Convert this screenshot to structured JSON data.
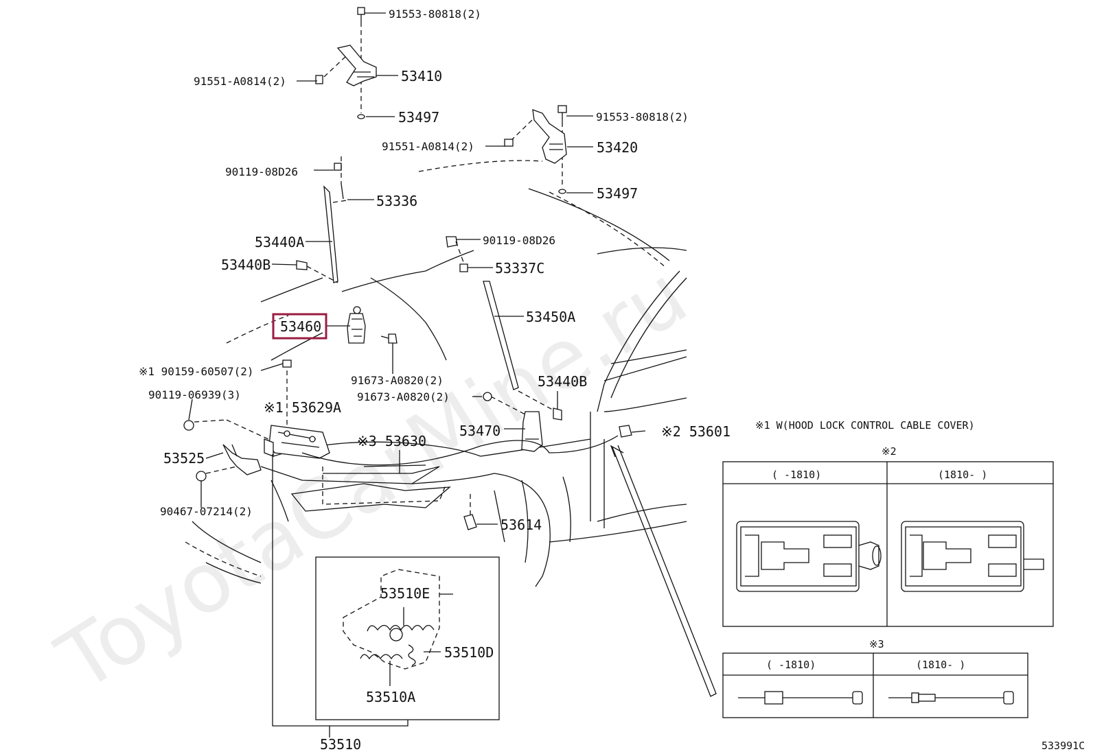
{
  "watermark": "ToyotaCarMine.ru",
  "highlight_color": "#9b1b42",
  "diagram_code": "533991C",
  "callouts": [
    {
      "id": "c1",
      "text": "91553-80818(2)"
    },
    {
      "id": "c2",
      "text": "53410"
    },
    {
      "id": "c3",
      "text": "91551-A0814(2)"
    },
    {
      "id": "c4",
      "text": "53497"
    },
    {
      "id": "c5",
      "text": "91553-80818(2)"
    },
    {
      "id": "c6",
      "text": "91551-A0814(2)"
    },
    {
      "id": "c7",
      "text": "53420"
    },
    {
      "id": "c8",
      "text": "53497"
    },
    {
      "id": "c9",
      "text": "90119-08D26"
    },
    {
      "id": "c10",
      "text": "53336"
    },
    {
      "id": "c11",
      "text": "53440A"
    },
    {
      "id": "c12",
      "text": "53440B"
    },
    {
      "id": "c13",
      "text": "90119-08D26"
    },
    {
      "id": "c14",
      "text": "53337C"
    },
    {
      "id": "c15",
      "text": "53450A"
    },
    {
      "id": "c16",
      "text": "53460"
    },
    {
      "id": "c17",
      "text": "※1 90159-60507(2)"
    },
    {
      "id": "c18",
      "text": "91673-A0820(2)"
    },
    {
      "id": "c19",
      "text": "91673-A0820(2)"
    },
    {
      "id": "c20",
      "text": "53440B"
    },
    {
      "id": "c21",
      "text": "90119-06939(3)"
    },
    {
      "id": "c22",
      "text": "※1 53629A"
    },
    {
      "id": "c23",
      "text": "53470"
    },
    {
      "id": "c24",
      "text": "※2 53601"
    },
    {
      "id": "c25",
      "text": "※3 53630"
    },
    {
      "id": "c26",
      "text": "53525"
    },
    {
      "id": "c27",
      "text": "90467-07214(2)"
    },
    {
      "id": "c28",
      "text": "53614"
    },
    {
      "id": "c29",
      "text": "53510E"
    },
    {
      "id": "c30",
      "text": "53510D"
    },
    {
      "id": "c31",
      "text": "53510A"
    },
    {
      "id": "c32",
      "text": "53510"
    }
  ],
  "notes": {
    "note1": "※1 W(HOOD LOCK CONTROL CABLE COVER)",
    "box2_title": "※2",
    "box2_col1": "(      -1810)",
    "box2_col2": "(1810-      )",
    "box3_title": "※3",
    "box3_col1": "(      -1810)",
    "box3_col2": "(1810-      )"
  }
}
